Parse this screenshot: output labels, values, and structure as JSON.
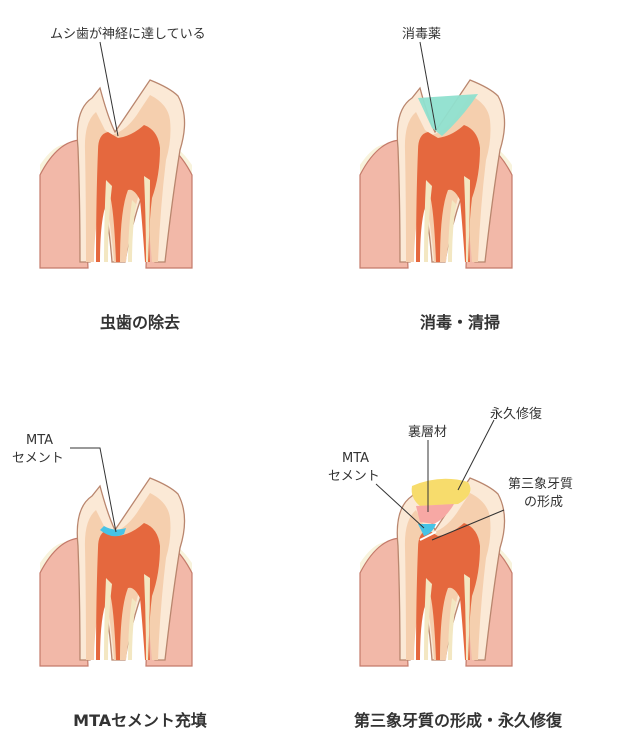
{
  "colors": {
    "gum": "#f2b8a8",
    "gum_dark": "#c47a6a",
    "bone": "#f8f3dc",
    "enamel": "#fbe9d6",
    "dentin": "#f5cfae",
    "pulp": "#e5683e",
    "root_canal": "#f3e7c2",
    "outline": "#b9866e",
    "disinfectant": "#8fe0cf",
    "mta": "#47c3e6",
    "tertiary_dentin": "#f7a8a4",
    "restoration": "#f7dc6c"
  },
  "panels": [
    {
      "caption": "虫歯の除去",
      "labels": [
        "ムシ歯が神経に達している"
      ]
    },
    {
      "caption": "消毒・清掃",
      "labels": [
        "消毒薬"
      ]
    },
    {
      "caption": "MTAセメント充填",
      "labels": [
        "MTA",
        "セメント"
      ]
    },
    {
      "caption": "第三象牙質の形成・永久修復",
      "labels": [
        "裏層材",
        "永久修復",
        "MTA",
        "セメント",
        "第三象牙質",
        "の形成"
      ]
    }
  ]
}
